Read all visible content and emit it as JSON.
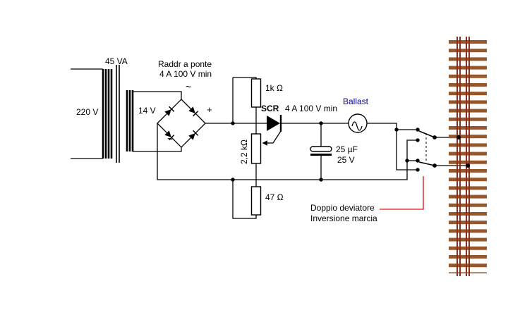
{
  "diagram": {
    "transformer": {
      "power": "45 VA",
      "primary_voltage": "220 V",
      "secondary_voltage": "14 V"
    },
    "rectifier": {
      "name": "Raddr a ponte",
      "rating": "4 A  100 V min",
      "ac_symbol": "~",
      "plus_symbol": "+"
    },
    "r1": {
      "value": "1k Ω"
    },
    "scr": {
      "name": "SCR",
      "rating": "4 A 100 V min"
    },
    "potentiometer": {
      "value": "2,2 kΩ"
    },
    "r2": {
      "value": "47 Ω"
    },
    "capacitor": {
      "value": "25 µF",
      "voltage": "25 V"
    },
    "lamp": {
      "label": "Ballast"
    },
    "reversing_switch": {
      "label_line1": "Doppio deviatore",
      "label_line2": "Inversione marcia"
    },
    "colors": {
      "wire": "#000000",
      "ballast_label": "#0000a0",
      "callout_red": "#dd1111",
      "sleeper_brown": "#96572a",
      "rail_brown": "#8b2e1e"
    }
  }
}
